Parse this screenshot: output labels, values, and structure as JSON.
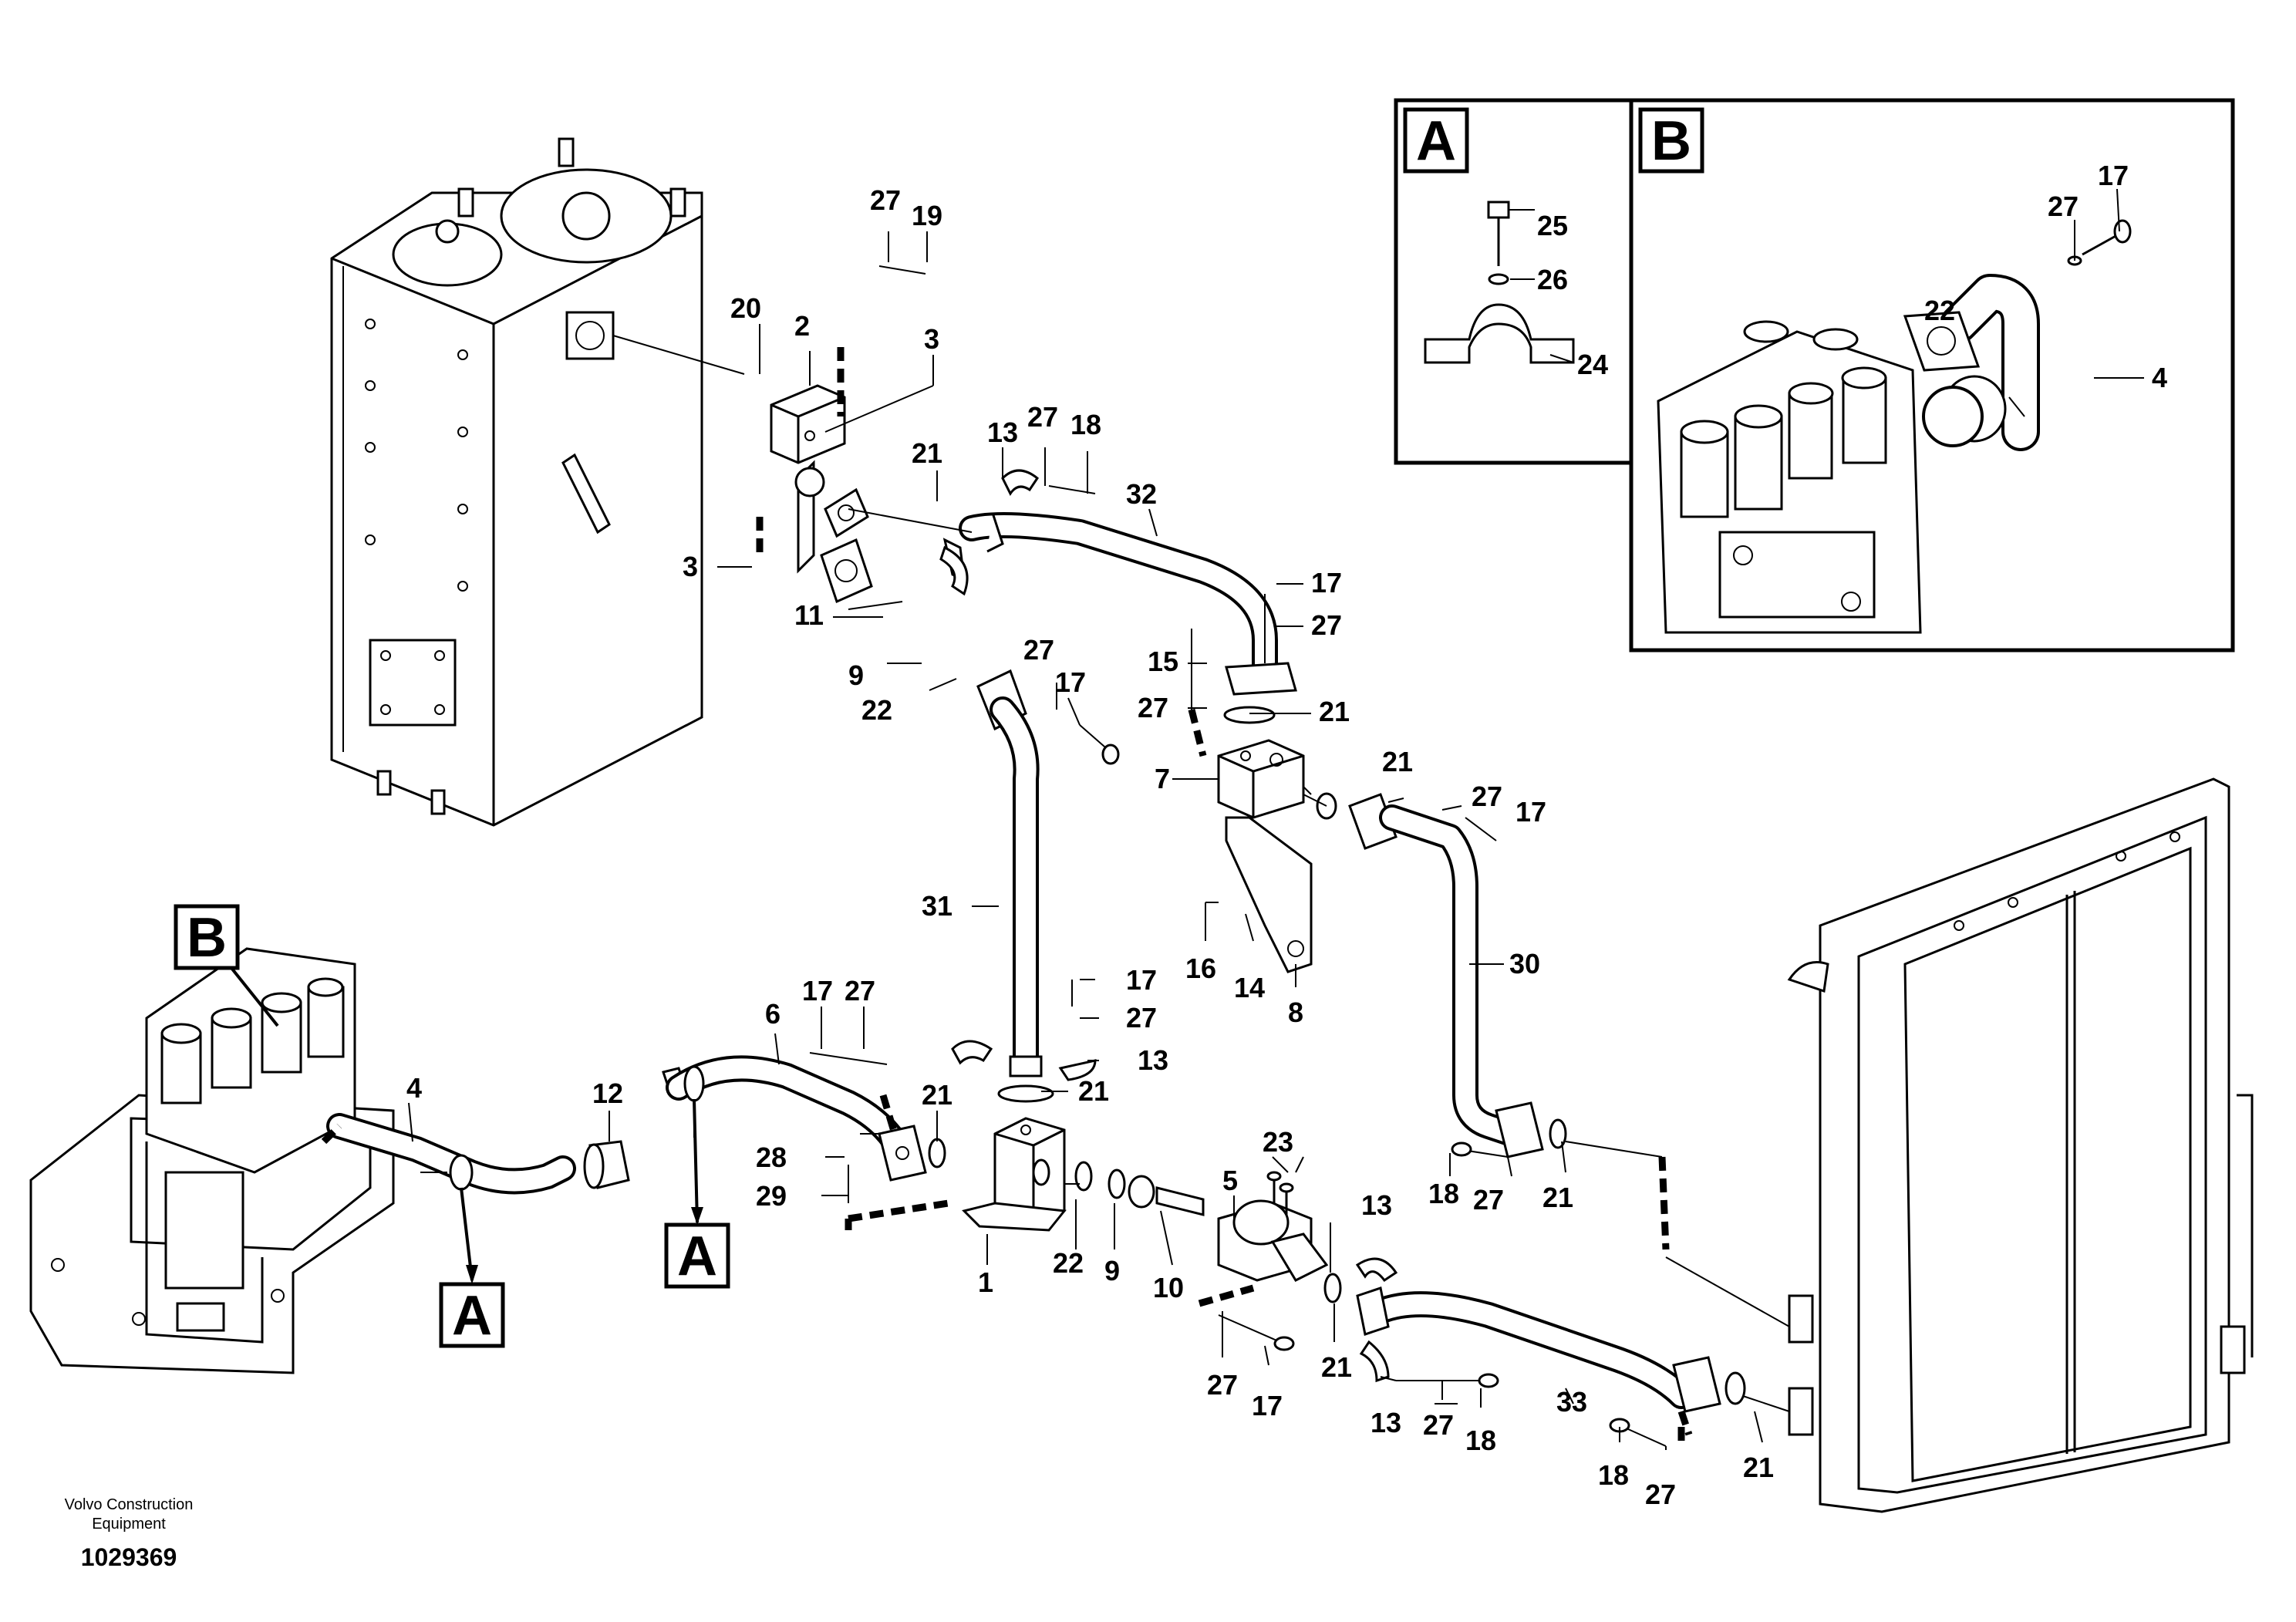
{
  "diagram": {
    "credit_line1": "Volvo Construction",
    "credit_line2": "Equipment",
    "doc_number": "1029369"
  },
  "detail_boxes": {
    "a_letter": "A",
    "b_letter": "B",
    "a_items": [
      "25",
      "26",
      "24"
    ],
    "b_items": [
      "27",
      "17",
      "22",
      "4"
    ]
  },
  "view_markers": {
    "marker_b": "B",
    "marker_a1": "A",
    "marker_a2": "A"
  },
  "callouts": {
    "c_27_top": "27",
    "c_19": "19",
    "c_20": "20",
    "c_2": "2",
    "c_3_top": "3",
    "c_13_top": "13",
    "c_27_top2": "27",
    "c_18_top": "18",
    "c_32": "32",
    "c_21_top": "21",
    "c_3_left": "3",
    "c_11": "11",
    "c_9_top": "9",
    "c_22_top": "22",
    "c_27_mid": "27",
    "c_17_mid": "17",
    "c_17_r1": "17",
    "c_27_r1": "27",
    "c_15": "15",
    "c_27_r2": "27",
    "c_21_r1": "21",
    "c_7": "7",
    "c_21_r2": "21",
    "c_27_r3": "27",
    "c_17_r2": "17",
    "c_31": "31",
    "c_16": "16",
    "c_14": "14",
    "c_8": "8",
    "c_30": "30",
    "c_17_c": "17",
    "c_27_c": "27",
    "c_13_c": "13",
    "c_21_c": "21",
    "c_6": "6",
    "c_17_l": "17",
    "c_27_l": "27",
    "c_12": "12",
    "c_4": "4",
    "c_21_l": "21",
    "c_28": "28",
    "c_29": "29",
    "c_1": "1",
    "c_22_b": "22",
    "c_9_b": "9",
    "c_10": "10",
    "c_5": "5",
    "c_23": "23",
    "c_13_b": "13",
    "c_18_r": "18",
    "c_27_r4": "27",
    "c_21_r3": "21",
    "c_21_b1": "21",
    "c_27_b": "27",
    "c_17_b": "17",
    "c_13_b2": "13",
    "c_27_b2": "27",
    "c_18_b": "18",
    "c_33": "33",
    "c_18_b2": "18",
    "c_27_b3": "27",
    "c_21_b2": "21"
  }
}
